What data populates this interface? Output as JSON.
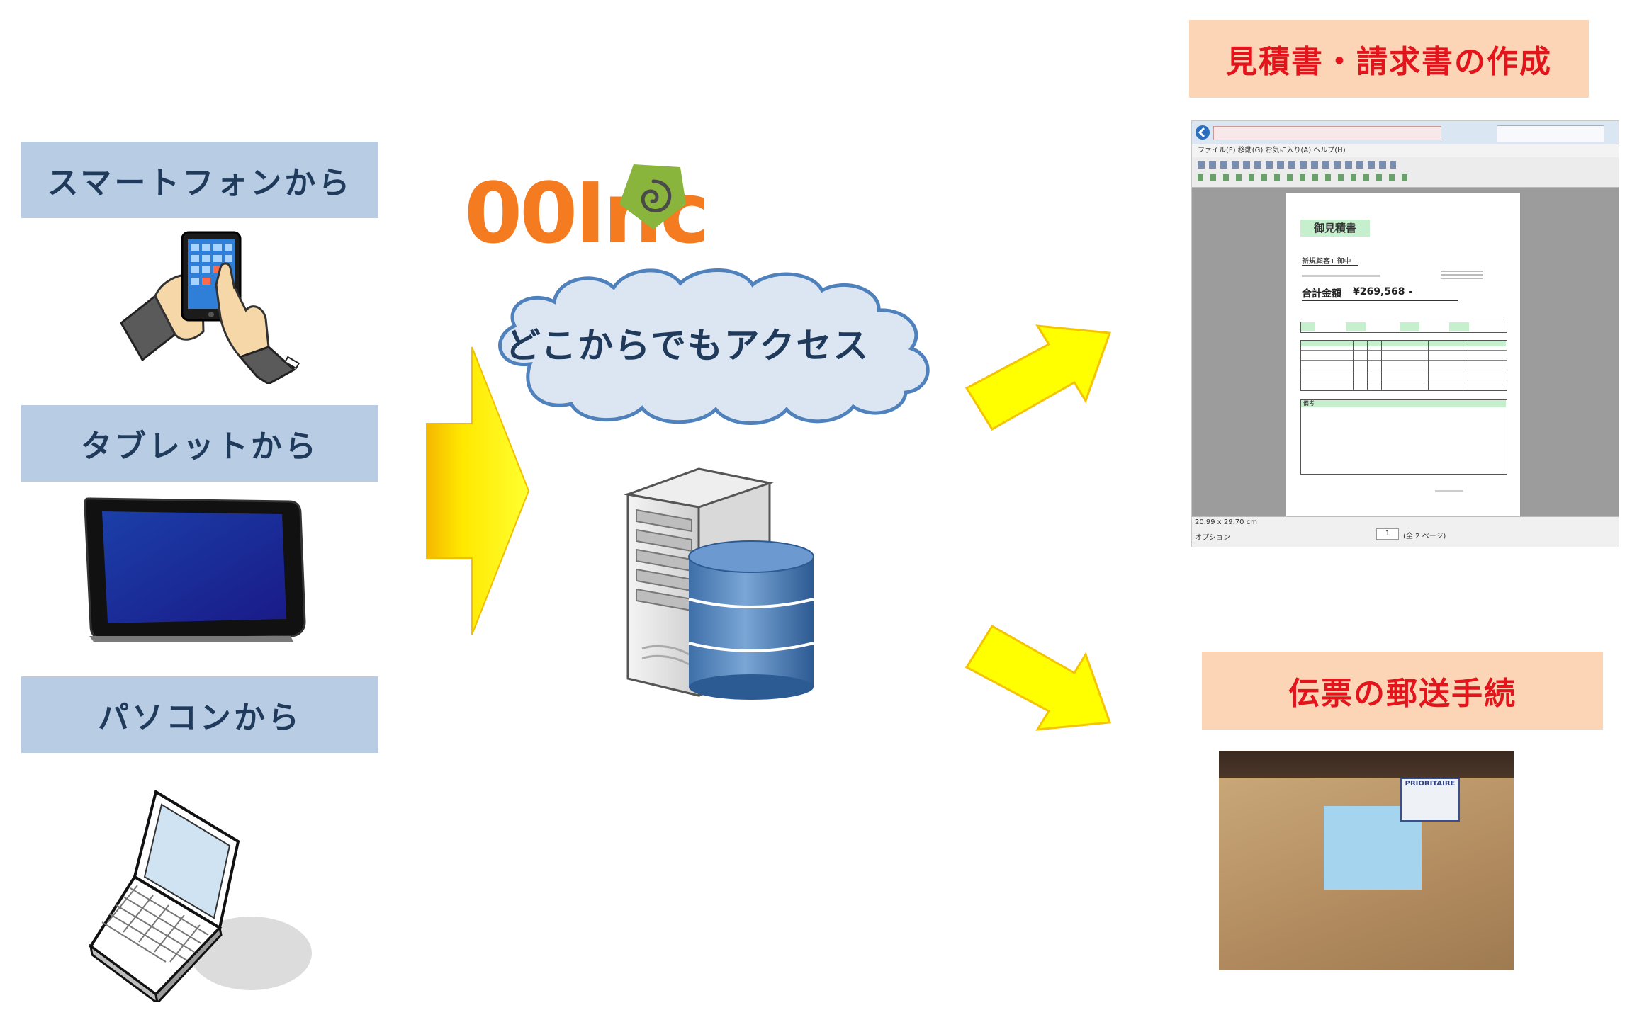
{
  "left_labels": {
    "smartphone": "スマートフォンから",
    "tablet": "タブレットから",
    "pc": "パソコンから"
  },
  "center": {
    "logo_text": "00Inc",
    "cloud_text": "どこからでもアクセス"
  },
  "right_labels": {
    "estimate": "見積書・請求書の作成",
    "mailing": "伝票の郵送手続"
  },
  "document_screenshot": {
    "menu": "ファイル(F)   移動(G)   お気に入り(A)   ヘルプ(H)",
    "doc_title": "御見積書",
    "addressee": "新規顧客1 御中",
    "total_label": "合計金額",
    "total_amount": "¥269,568 -",
    "remarks_label": "備考",
    "page_size": "20.99 x 29.70 cm",
    "option_label": "オプション",
    "page_number": "1",
    "page_count": "(全 2 ページ)"
  },
  "parcel_photo": {
    "stamp_text": "PRIORITAIRE"
  },
  "colors": {
    "left_label_bg": "#b8cce4",
    "left_label_text": "#1f3a5a",
    "right_label_bg": "#fbd5b5",
    "right_label_text": "#e3141b",
    "arrow_fill": "#ffff00",
    "arrow_stroke": "#f5c400",
    "cloud_fill": "#dce6f2",
    "cloud_stroke": "#4f81bd",
    "logo_orange": "#f47b20",
    "logo_green": "#8ab53c"
  },
  "icons": [
    "smartphone-in-hands-icon",
    "tablet-icon",
    "laptop-icon",
    "server-with-database-icon",
    "spiral-logo-icon"
  ]
}
